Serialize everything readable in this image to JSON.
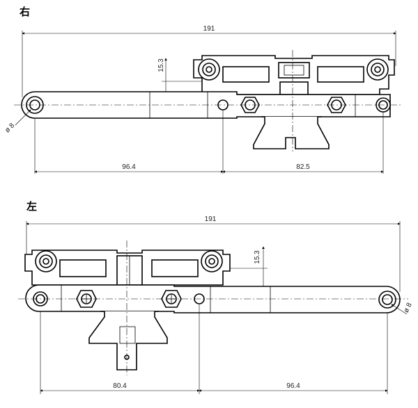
{
  "views": {
    "right": {
      "title": "右",
      "overall_length": "191",
      "height_offset": "15.3",
      "pivot_diameter": "ø 8",
      "left_span": "96.4",
      "right_span": "82.5"
    },
    "left": {
      "title": "左",
      "overall_length": "191",
      "height_offset": "15.3",
      "pivot_diameter": "ø 8",
      "left_span": "80.4",
      "right_span": "96.4"
    }
  }
}
